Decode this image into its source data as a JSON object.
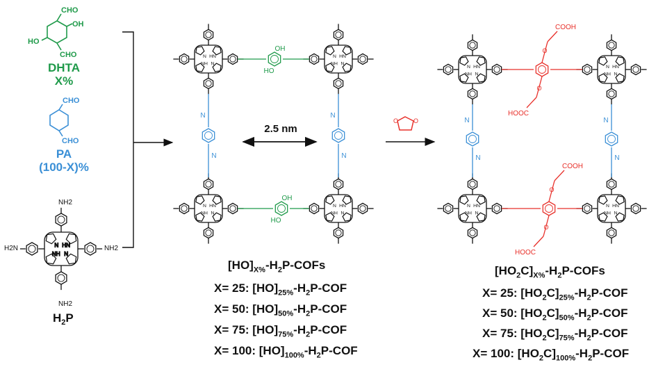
{
  "colors": {
    "green": "#1f9a4a",
    "blue": "#3a8fd6",
    "red": "#e8302a",
    "black": "#111111"
  },
  "reagents": {
    "dhta": {
      "cho_top": "CHO",
      "oh_right": "OH",
      "ho_left": "HO",
      "cho_bottom": "CHO",
      "name": "DHTA",
      "fraction": "X%"
    },
    "pa": {
      "cho_top": "CHO",
      "cho_bottom": "CHO",
      "name": "PA",
      "fraction": "(100-X)%"
    },
    "h2p": {
      "nh2": "NH2",
      "h2n": "H2N",
      "name_main": "H",
      "name_sub": "2",
      "name_end": "P"
    }
  },
  "atoms": {
    "nh": "NH",
    "hn": "HN",
    "n": "N",
    "oh": "OH",
    "ho": "HO",
    "cooh": "COOH",
    "hooc": "HOOC",
    "o": "O"
  },
  "pore_label": "2.5 nm",
  "hocof": {
    "title": {
      "pre": "[HO]",
      "sub": "X%",
      "post": "-H",
      "sub2": "2",
      "end": "P-COFs"
    },
    "rows": [
      {
        "x": "X= 25: ",
        "pre": "[HO]",
        "sub": "25%",
        "post": "-H",
        "sub2": "2",
        "end": "P-COF"
      },
      {
        "x": "X= 50: ",
        "pre": "[HO]",
        "sub": "50%",
        "post": "-H",
        "sub2": "2",
        "end": "P-COF"
      },
      {
        "x": "X= 75: ",
        "pre": "[HO]",
        "sub": "75%",
        "post": "-H",
        "sub2": "2",
        "end": "P-COF"
      },
      {
        "x": "X= 100: ",
        "pre": "[HO]",
        "sub": "100%",
        "post": "-H",
        "sub2": "2",
        "end": "P-COF"
      }
    ]
  },
  "ho2ccof": {
    "title": {
      "pre": "[HO",
      "sub0": "2",
      "mid": "C]",
      "sub": "X%",
      "post": "-H",
      "sub2": "2",
      "end": "P-COFs"
    },
    "rows": [
      {
        "x": "X= 25: ",
        "pre": "[HO",
        "sub0": "2",
        "mid": "C]",
        "sub": "25%",
        "post": "-H",
        "sub2": "2",
        "end": "P-COF"
      },
      {
        "x": "X= 50: ",
        "pre": "[HO",
        "sub0": "2",
        "mid": "C]",
        "sub": "50%",
        "post": "-H",
        "sub2": "2",
        "end": "P-COF"
      },
      {
        "x": "X= 75: ",
        "pre": "[HO",
        "sub0": "2",
        "mid": "C]",
        "sub": "75%",
        "post": "-H",
        "sub2": "2",
        "end": "P-COF"
      },
      {
        "x": "X= 100: ",
        "pre": "[HO",
        "sub0": "2",
        "mid": "C]",
        "sub": "100%",
        "post": "-H",
        "sub2": "2",
        "end": "P-COF"
      }
    ]
  }
}
